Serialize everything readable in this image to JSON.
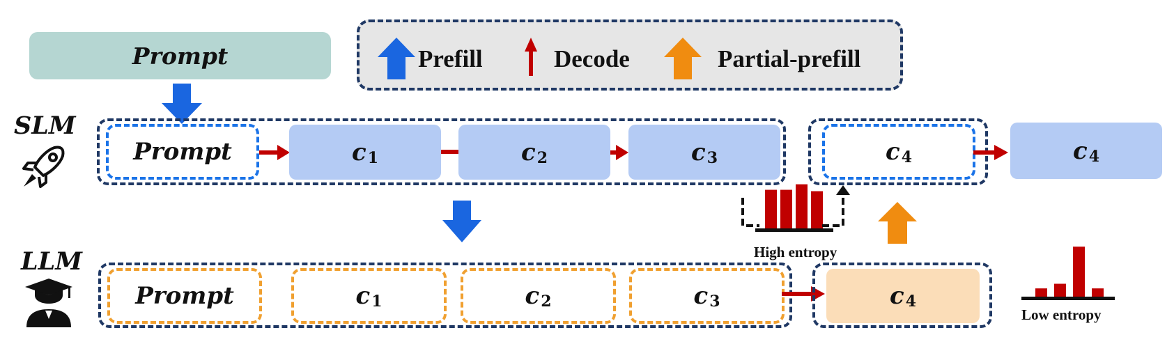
{
  "prompt_box": {
    "label": "Prompt"
  },
  "legend": {
    "prefill": "Prefill",
    "decode": "Decode",
    "partial_prefill": "Partial-prefill"
  },
  "models": {
    "slm": "SLM",
    "llm": "LLM"
  },
  "slm_row": {
    "prompt": "Prompt",
    "chunks": [
      {
        "base": "c",
        "sub": "1"
      },
      {
        "base": "c",
        "sub": "2"
      },
      {
        "base": "c",
        "sub": "3"
      }
    ],
    "verify_chunk": {
      "base": "c",
      "sub": "4"
    },
    "output_chunk": {
      "base": "c",
      "sub": "4"
    }
  },
  "llm_row": {
    "prompt": "Prompt",
    "chunks": [
      {
        "base": "c",
        "sub": "1"
      },
      {
        "base": "c",
        "sub": "2"
      },
      {
        "base": "c",
        "sub": "3"
      }
    ],
    "output_chunk": {
      "base": "c",
      "sub": "4"
    }
  },
  "entropy": {
    "high_label": "High entropy",
    "low_label": "Low entropy",
    "high_values": [
      0.84,
      0.84,
      0.96,
      0.81
    ],
    "low_values": [
      0.16,
      0.25,
      0.97,
      0.16
    ]
  },
  "colors": {
    "navy_dash": "#1f3864",
    "blue_arrow": "#1a66e0",
    "red_arrow": "#c00000",
    "orange_arrow": "#f08c10",
    "chunk_blue": "#b4cbf4",
    "chunk_orange": "#fbddb8",
    "prompt_teal": "#b5d6d2"
  },
  "icons": {
    "slm": "rocket-icon",
    "llm": "graduate-icon"
  }
}
